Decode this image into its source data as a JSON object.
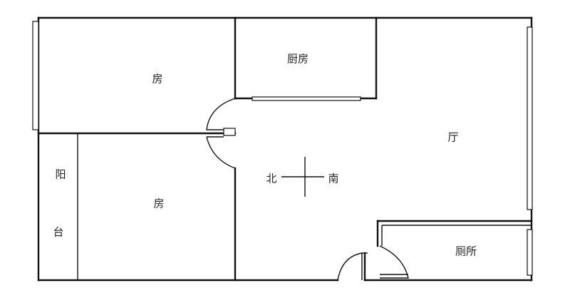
{
  "rooms": {
    "bedroom_top": "房",
    "kitchen": "厨房",
    "living": "厅",
    "bedroom_bottom": "房",
    "balcony_1": "阳",
    "balcony_2": "台",
    "toilet": "厕所"
  },
  "compass": {
    "north": "北",
    "south": "南"
  }
}
